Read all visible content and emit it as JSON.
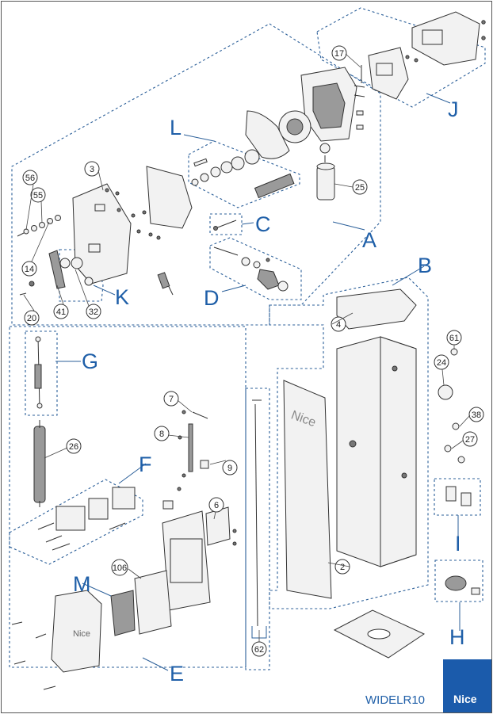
{
  "model_code": "WIDELR10",
  "brand": "Nice",
  "group_letters": [
    "A",
    "B",
    "C",
    "D",
    "E",
    "F",
    "G",
    "H",
    "I",
    "J",
    "K",
    "L",
    "M"
  ],
  "callouts": [
    "2",
    "3",
    "4",
    "6",
    "7",
    "8",
    "9",
    "14",
    "17",
    "20",
    "24",
    "25",
    "26",
    "27",
    "32",
    "38",
    "41",
    "55",
    "56",
    "61",
    "62",
    "106"
  ],
  "panel_logo_text": "Nice",
  "colors": {
    "accent": "#1f5fa8",
    "dash": "#2b5f99",
    "logo_bg": "#1b5bab"
  }
}
